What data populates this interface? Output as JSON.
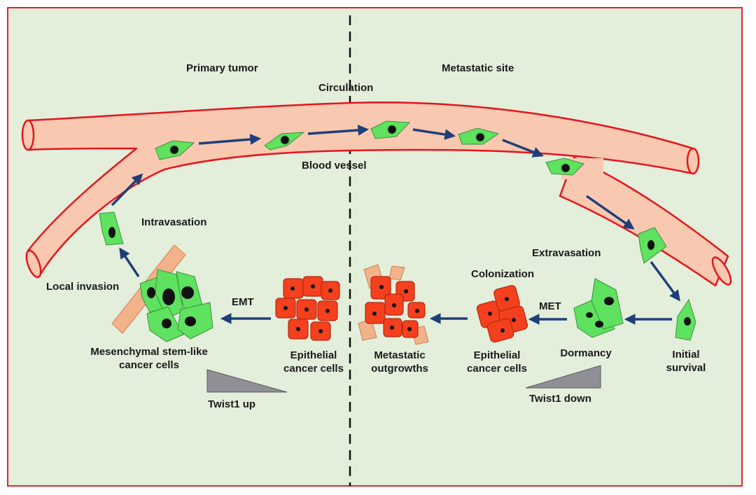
{
  "labels": {
    "primary_tumor": "Primary tumor",
    "metastatic_site": "Metastatic site",
    "circulation": "Circulation",
    "blood_vessel": "Blood vessel",
    "intravasation": "Intravasation",
    "local_invasion": "Local invasion",
    "emt": "EMT",
    "mesenchymal_line1": "Mesenchymal stem-like",
    "mesenchymal_line2": "cancer cells",
    "epithelial_left_line1": "Epithelial",
    "epithelial_left_line2": "cancer cells",
    "twist1_up": "Twist1 up",
    "extravasation": "Extravasation",
    "colonization": "Colonization",
    "met": "MET",
    "metastatic_line1": "Metastatic",
    "metastatic_line2": "outgrowths",
    "epithelial_right_line1": "Epithelial",
    "epithelial_right_line2": "cancer cells",
    "dormancy": "Dormancy",
    "initial_line1": "Initial",
    "initial_line2": "survival",
    "twist1_down": "Twist1 down"
  },
  "colors": {
    "background": "#e3eedb",
    "frame": "#e0262a",
    "vessel_fill": "#f9c8b0",
    "vessel_stroke": "#e3161d",
    "mesenchymal_cell": "#5fe25f",
    "epithelial_cell": "#f4401e",
    "nucleus": "#111111",
    "arrow": "#1f3f7a",
    "wedge": "#8f8f96",
    "matrix_fiber": "#f2b38a"
  }
}
